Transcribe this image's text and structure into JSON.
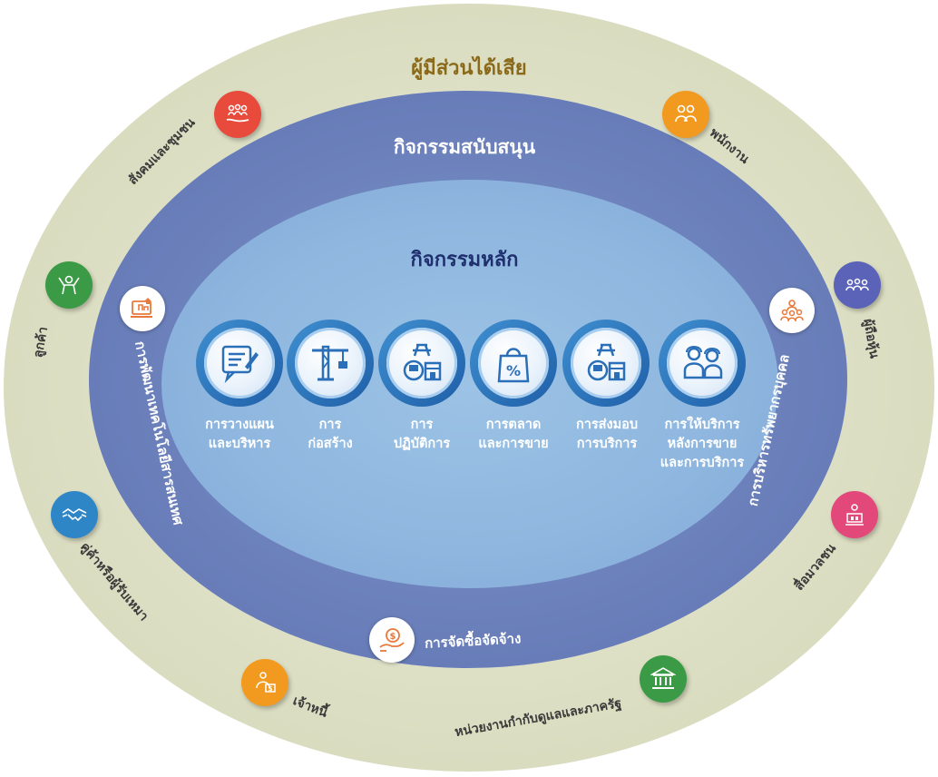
{
  "stakeholders": {
    "title": "ผู้มีส่วนได้เสีย",
    "items": [
      {
        "label": "สังคมและชุมชน",
        "icon": "community-hands-icon",
        "color": "#e84b3c"
      },
      {
        "label": "พนักงาน",
        "icon": "employees-icon",
        "color": "#f29a1f"
      },
      {
        "label": "ลูกค้า",
        "icon": "customer-icon",
        "color": "#3b9a45"
      },
      {
        "label": "ผู้ถือหุ้น",
        "icon": "shareholders-icon",
        "color": "#5a63b8"
      },
      {
        "label": "คู่ค้าหรือผู้รับเหมา",
        "icon": "handshake-icon",
        "color": "#2f86c6"
      },
      {
        "label": "สื่อมวลชน",
        "icon": "media-icon",
        "color": "#e2487a"
      },
      {
        "label": "เจ้าหนี้",
        "icon": "creditor-icon",
        "color": "#f29a1f"
      },
      {
        "label": "หน่วยงานกำกับดูแลและภาครัฐ",
        "icon": "government-building-icon",
        "color": "#3b9a45"
      }
    ]
  },
  "support": {
    "title": "กิจกรรมสนับสนุน",
    "items": [
      {
        "label": "การพัฒนาเทคโนโลยีสารสนเทศ",
        "icon": "it-development-icon"
      },
      {
        "label": "การบริหารทรัพยากรบุคคล",
        "icon": "human-resources-icon"
      },
      {
        "label": "การจัดซื้อจัดจ้าง",
        "icon": "procurement-icon"
      }
    ]
  },
  "core": {
    "title": "กิจกรรมหลัก",
    "items": [
      {
        "line1": "การวางแผน",
        "line2": "และบริหาร",
        "line3": "",
        "icon": "planning-icon"
      },
      {
        "line1": "การ",
        "line2": "ก่อสร้าง",
        "line3": "",
        "icon": "construction-crane-icon"
      },
      {
        "line1": "การ",
        "line2": "ปฏิบัติการ",
        "line3": "",
        "icon": "train-operation-icon"
      },
      {
        "line1": "การตลาด",
        "line2": "และการขาย",
        "line3": "",
        "icon": "marketing-bag-icon"
      },
      {
        "line1": "การส่งมอบ",
        "line2": "การบริการ",
        "line3": "",
        "icon": "service-delivery-icon"
      },
      {
        "line1": "การให้บริการ",
        "line2": "หลังการขาย",
        "line3": "และการบริการ",
        "icon": "after-sales-icon"
      }
    ]
  },
  "colors": {
    "outer": "#dadcc0",
    "middle": "#6b80bb",
    "inner": "#8fb7df",
    "stakeholder_title": "#8a6a1a",
    "core_title": "#1f2f6e"
  }
}
